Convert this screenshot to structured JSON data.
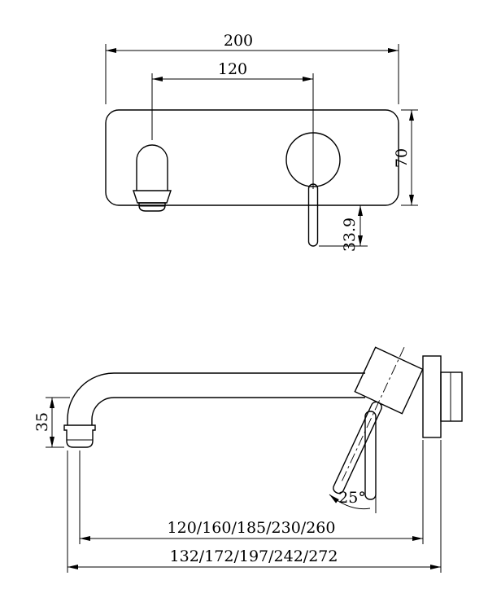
{
  "colors": {
    "line": "#000000",
    "background": "#ffffff"
  },
  "top_view": {
    "overall_width": "200",
    "center_spacing": "120",
    "plate_height": "70",
    "handle_drop": "33.9"
  },
  "side_view": {
    "spout_drop": "35",
    "handle_angle": "25°",
    "spout_reach": "120/160/185/230/260",
    "overall_depth": "132/172/197/242/272"
  }
}
